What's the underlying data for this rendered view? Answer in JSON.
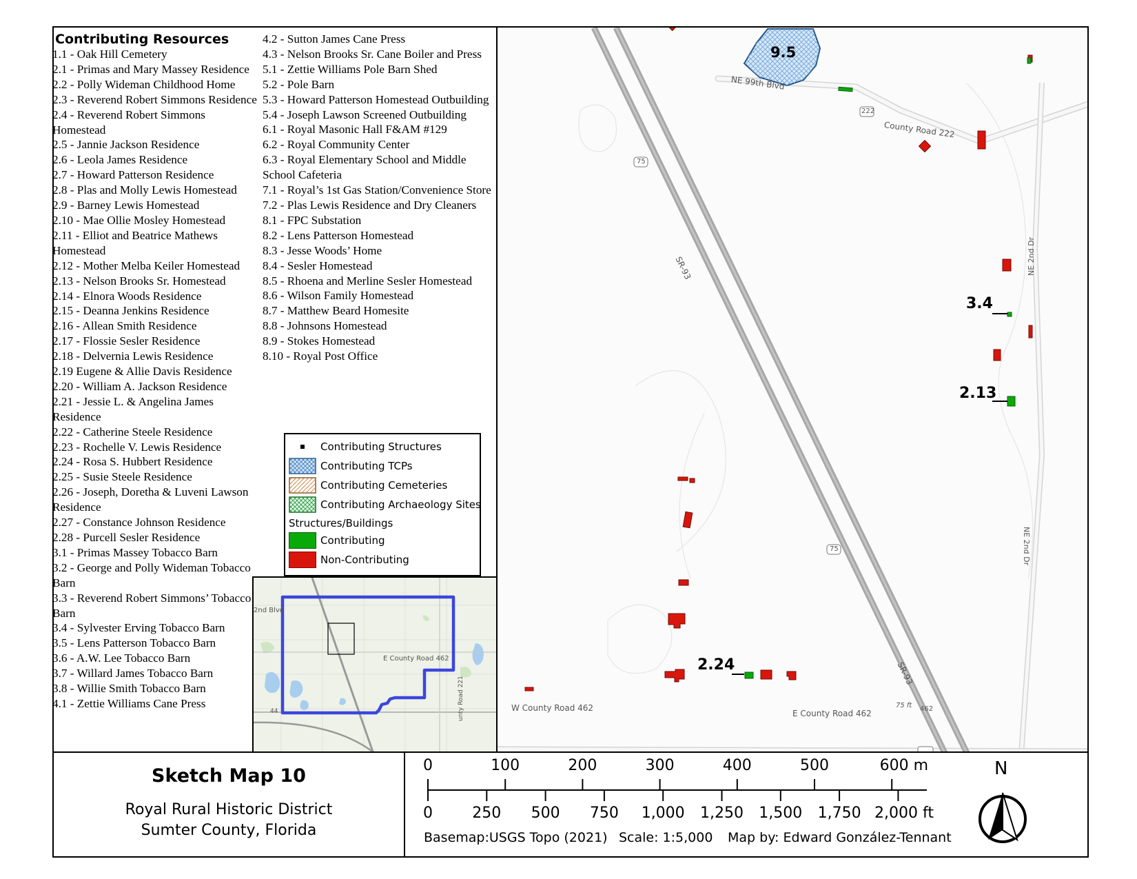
{
  "resources": {
    "heading": "Contributing Resources",
    "left_column": [
      "1.1 - Oak Hill Cemetery",
      "2.1 - Primas and Mary Massey Residence",
      "2.2 - Polly Wideman Childhood Home",
      "2.3 - Reverend Robert Simmons Residence",
      "2.4 - Reverend Robert Simmons Homestead",
      "2.5 - Jannie Jackson Residence",
      "2.6 - Leola James Residence",
      "2.7 - Howard Patterson Residence",
      "2.8 - Plas and Molly Lewis Homestead",
      "2.9 - Barney Lewis Homestead",
      "2.10 - Mae Ollie Mosley Homestead",
      "2.11 - Elliot and Beatrice Mathews Homestead",
      "2.12 - Mother Melba Keiler Homestead",
      "2.13 - Nelson Brooks Sr. Homestead",
      "2.14 - Elnora Woods Residence",
      "2.15 - Deanna Jenkins Residence",
      "2.16 - Allean Smith Residence",
      "2.17 - Flossie Sesler Residence",
      "2.18 - Delvernia Lewis Residence",
      "2.19 Eugene & Allie Davis Residence",
      "2.20 - William A. Jackson Residence",
      "2.21 - Jessie L. & Angelina James Residence",
      "2.22 - Catherine Steele Residence",
      "2.23 -  Rochelle V. Lewis Residence",
      "2.24 - Rosa S. Hubbert Residence",
      "2.25 - Susie Steele Residence",
      "2.26 - Joseph, Doretha & Luveni Lawson Residence",
      "2.27 - Constance Johnson Residence",
      "2.28 - Purcell Sesler Residence",
      "3.1 - Primas Massey Tobacco Barn",
      "3.2 - George and Polly Wideman Tobacco Barn",
      "3.3 - Reverend Robert Simmons’ Tobacco Barn",
      "3.4 - Sylvester Erving Tobacco Barn",
      "3.5 - Lens Patterson Tobacco Barn",
      "3.6 - A.W. Lee Tobacco Barn",
      "3.7 - Willard James Tobacco Barn",
      "3.8 - Willie Smith Tobacco Barn",
      "4.1 - Zettie Williams Cane Press"
    ],
    "right_column": [
      "4.2 - Sutton James Cane Press",
      "4.3 - Nelson Brooks Sr. Cane Boiler and Press",
      "5.1 - Zettie Williams Pole Barn Shed",
      "5.2 - Pole Barn",
      "5.3 - Howard Patterson Homestead Outbuilding",
      "5.4 - Joseph Lawson Screened Outbuilding",
      "6.1 - Royal Masonic Hall F&AM #129",
      "6.2 - Royal Community Center",
      "6.3 - Royal Elementary School and Middle School Cafeteria",
      "7.1 - Royal’s 1st Gas Station/Convenience Store",
      "7.2 - Plas Lewis Residence and Dry Cleaners",
      "8.1 - FPC Substation",
      "8.2 - Lens Patterson Homestead",
      "8.3 - Jesse Woods’ Home",
      "8.4 - Sesler Homestead",
      "8.5 - Rhoena and Merline Sesler Homestead",
      "8.6 - Wilson Family Homestead",
      "8.7 - Matthew Beard Homesite",
      "8.8 - Johnsons Homestead",
      "8.9 - Stokes Homestead",
      "8.10 - Royal Post Office"
    ]
  },
  "legend": {
    "structures": "Contributing Structures",
    "tcps": "Contributing TCPs",
    "cemeteries": "Contributing Cemeteries",
    "archaeology": "Contributing Archaeology Sites",
    "section_heading": "Structures/Buildings",
    "contributing": "Contributing",
    "non_contributing": "Non-Contributing",
    "colors": {
      "contributing": "#0aa90a",
      "non_contributing": "#d9160c",
      "tcp": "#9cc5ea",
      "cemetery": "#b9773a",
      "archaeology": "#1d9a3a"
    }
  },
  "inset": {
    "label_road": "E County Road 462",
    "label_blvd": "2nd Blvd",
    "label_cr221": "unty Road 221",
    "label_44": "44",
    "boundary_color": "#3c46dc"
  },
  "map": {
    "labels": {
      "tcp": "9.5",
      "l34": "3.4",
      "l213": "2.13",
      "l224": "2.24"
    },
    "roads": {
      "ne99": "NE 99th Blvd",
      "cr222": "County Road 222",
      "shield222": "222",
      "shield75a": "75",
      "shield75b": "75",
      "sr93a": "SR-93",
      "sr93b": "SR-93",
      "ne2nd_dr": "NE 2nd Dr",
      "ne2nd_dr2": "NE 2nd Dr",
      "wcr462": "W County Road 462",
      "ecr462": "E County Road 462",
      "shield462a": "462",
      "shield462b": "462",
      "ft75": "75 ft"
    }
  },
  "title": {
    "main": "Sketch Map 10",
    "line1": "Royal Rural Historic District",
    "line2": "Sumter County, Florida"
  },
  "scale": {
    "meters": [
      "0",
      "100",
      "200",
      "300",
      "400",
      "500",
      "600 m"
    ],
    "feet": [
      "0",
      "250",
      "500",
      "750",
      "1,000",
      "1,250",
      "1,500",
      "1,750",
      "2,000 ft"
    ],
    "basemap": "Basemap:USGS Topo (2021)",
    "ratio": "Scale: 1:5,000",
    "author": "Map by: Edward González-Tennant",
    "north": "N"
  }
}
